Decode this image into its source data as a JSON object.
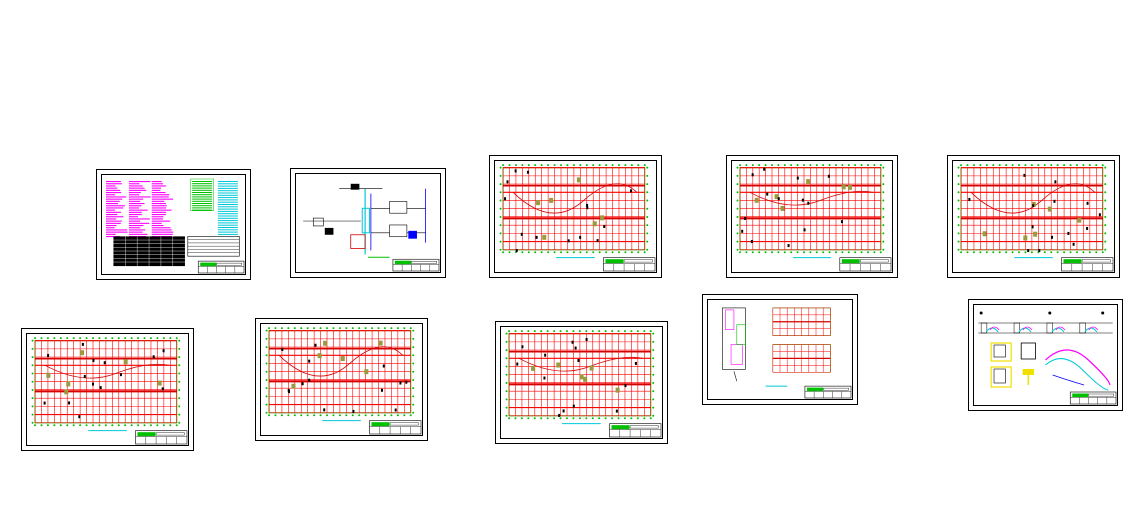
{
  "canvas": {
    "background": "#ffffff"
  },
  "colors": {
    "frame": "#000000",
    "grid_red": "#ff0000",
    "pipe_red": "#d40000",
    "axis_green": "#00c000",
    "note_magenta": "#ff00ff",
    "cyan": "#00c8d8",
    "blue": "#0000ff",
    "olive": "#9a9a40",
    "yellow": "#f0e000"
  },
  "sheets": [
    {
      "id": "sheet-1",
      "kind": "notes",
      "icon": "design-notes-icon"
    },
    {
      "id": "sheet-2",
      "kind": "system",
      "icon": "process-schematic-icon"
    },
    {
      "id": "sheet-3",
      "kind": "plan",
      "icon": "floor-plan-icon"
    },
    {
      "id": "sheet-4",
      "kind": "plan",
      "icon": "floor-plan-icon"
    },
    {
      "id": "sheet-5",
      "kind": "plan",
      "icon": "floor-plan-icon"
    },
    {
      "id": "sheet-6",
      "kind": "plan",
      "icon": "floor-plan-icon"
    },
    {
      "id": "sheet-7",
      "kind": "plan",
      "icon": "floor-plan-icon"
    },
    {
      "id": "sheet-8",
      "kind": "plan",
      "icon": "floor-plan-icon"
    },
    {
      "id": "sheet-9",
      "kind": "partial",
      "icon": "partial-plan-icon"
    },
    {
      "id": "sheet-10",
      "kind": "details",
      "icon": "detail-drawing-icon"
    }
  ]
}
